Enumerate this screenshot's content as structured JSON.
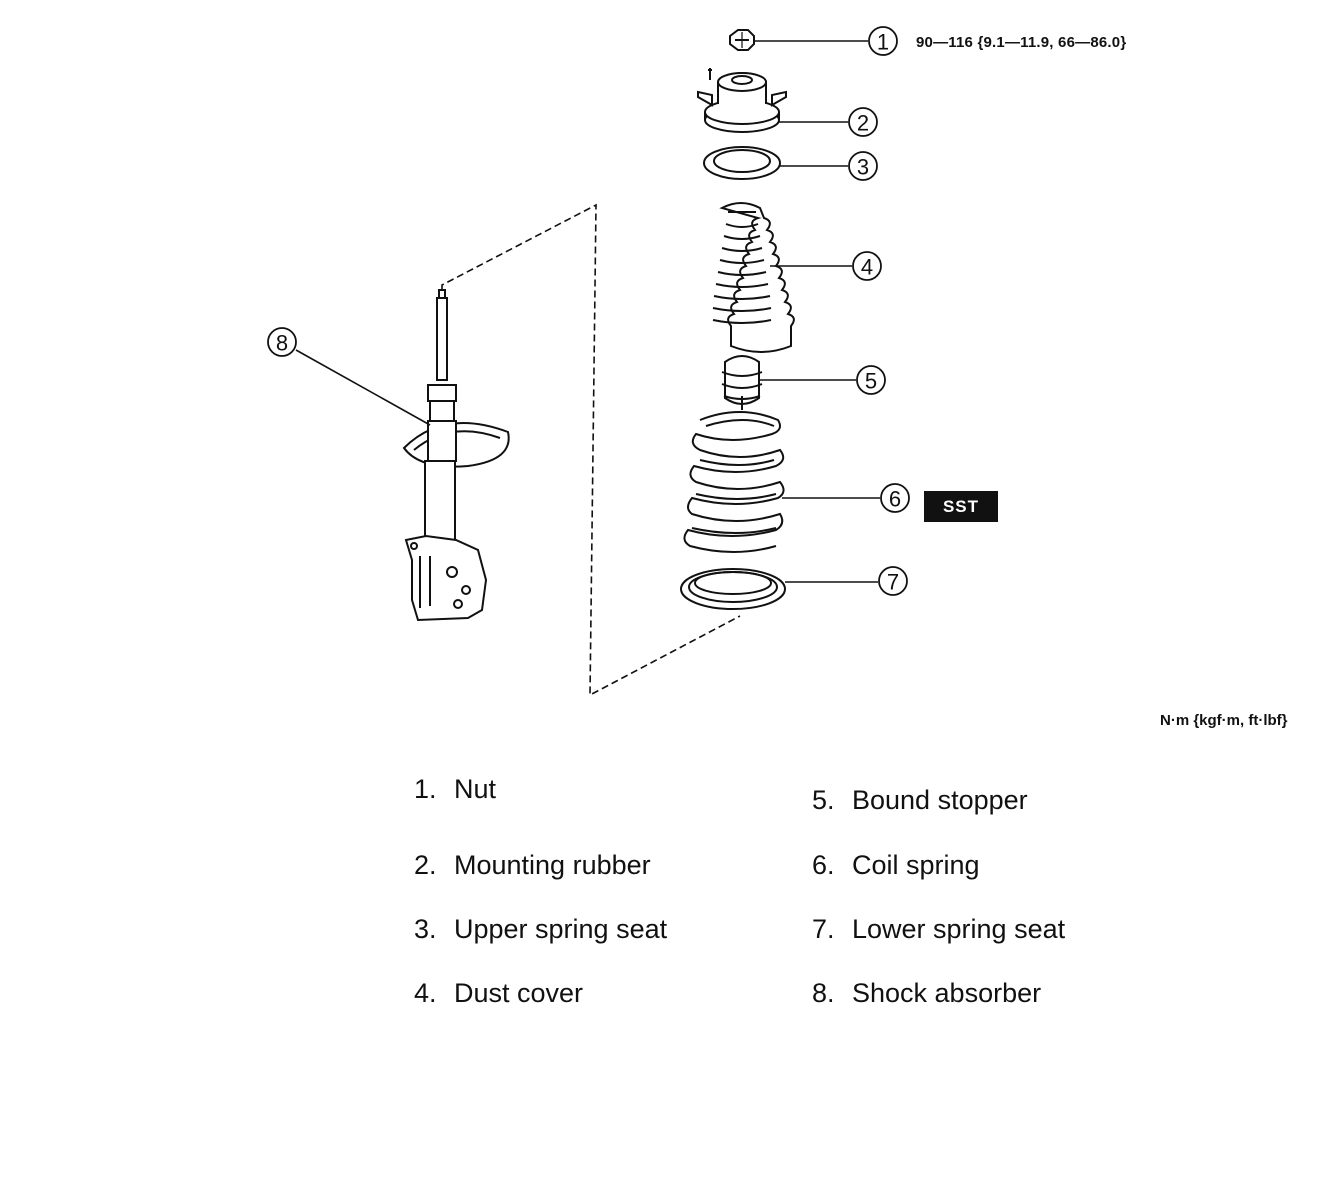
{
  "callouts": [
    "1",
    "2",
    "3",
    "4",
    "5",
    "6",
    "7",
    "8"
  ],
  "torque_spec": "90—116 {9.1—11.9, 66—86.0}",
  "units_note": "N·m {kgf·m, ft·lbf}",
  "sst_label": "SST",
  "legend": {
    "left": [
      {
        "num": "1.",
        "label": "Nut"
      },
      {
        "num": "2.",
        "label": "Mounting rubber"
      },
      {
        "num": "3.",
        "label": "Upper spring seat"
      },
      {
        "num": "4.",
        "label": "Dust cover"
      }
    ],
    "right": [
      {
        "num": "5.",
        "label": "Bound stopper"
      },
      {
        "num": "6.",
        "label": "Coil spring"
      },
      {
        "num": "7.",
        "label": "Lower spring seat"
      },
      {
        "num": "8.",
        "label": "Shock absorber"
      }
    ]
  }
}
